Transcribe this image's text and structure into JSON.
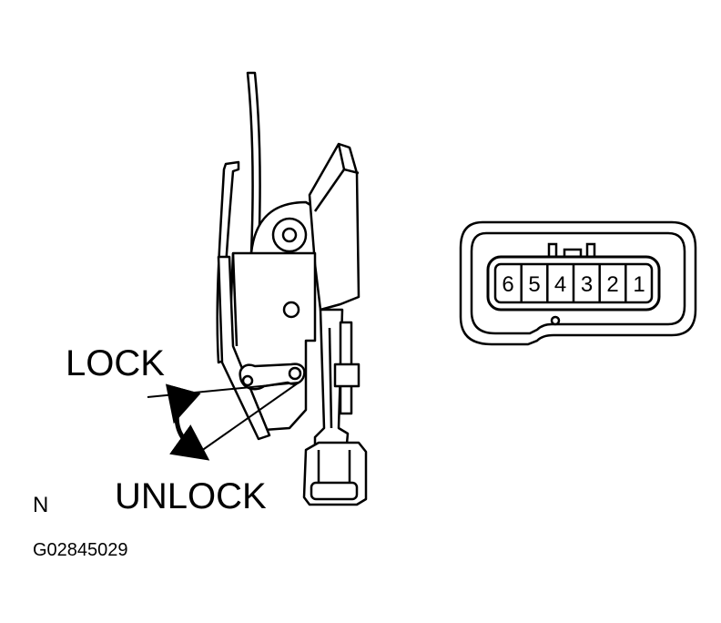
{
  "labels": {
    "lock": "LOCK",
    "unlock": "UNLOCK",
    "view_letter": "N",
    "figure_code": "G02845029"
  },
  "connector": {
    "pins": [
      "6",
      "5",
      "4",
      "3",
      "2",
      "1"
    ]
  },
  "colors": {
    "ink": "#000000",
    "paper": "#ffffff"
  }
}
